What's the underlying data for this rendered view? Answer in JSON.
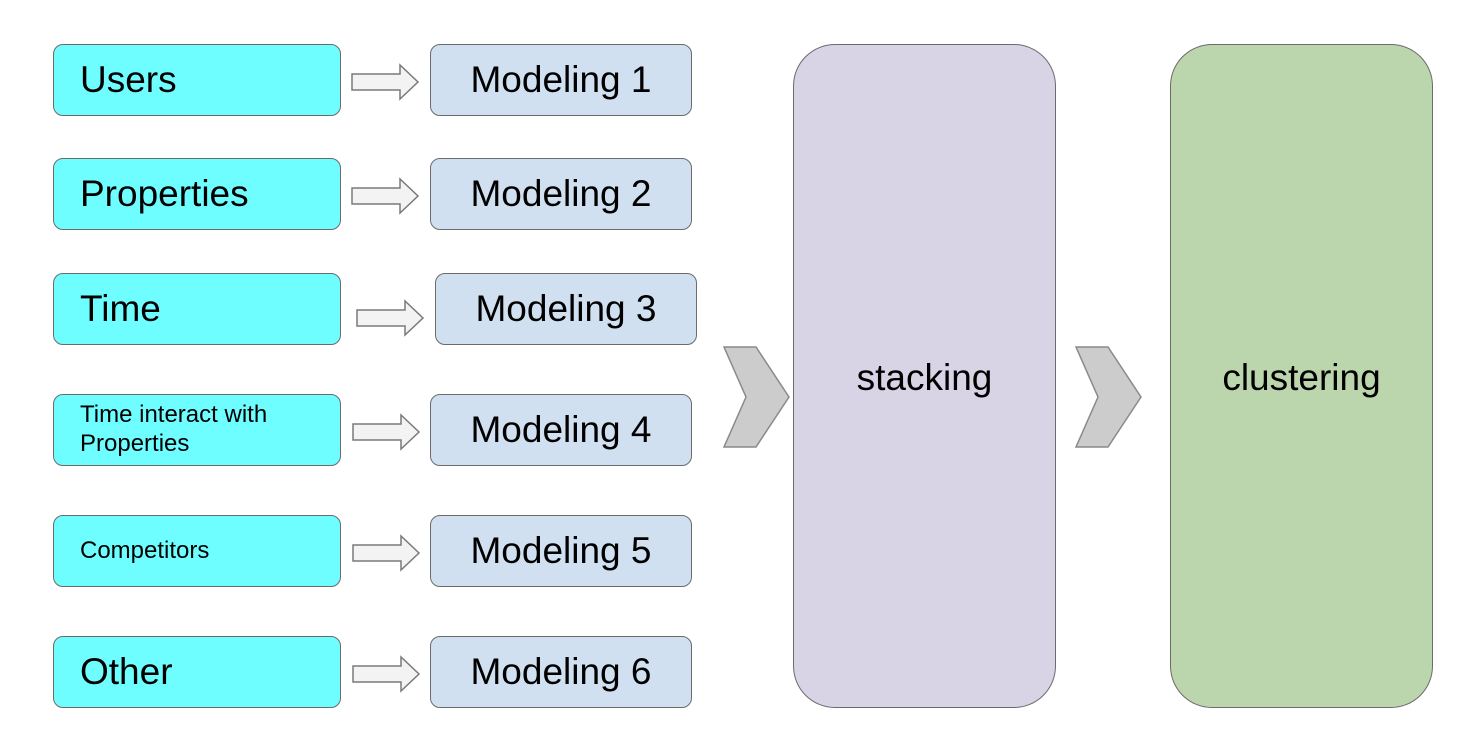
{
  "sources": [
    {
      "label": "Users"
    },
    {
      "label": "Properties"
    },
    {
      "label": "Time"
    },
    {
      "label": "Time interact with Properties"
    },
    {
      "label": "Competitors"
    },
    {
      "label": "Other"
    }
  ],
  "models": [
    {
      "label": "Modeling 1"
    },
    {
      "label": "Modeling 2"
    },
    {
      "label": "Modeling 3"
    },
    {
      "label": "Modeling 4"
    },
    {
      "label": "Modeling 5"
    },
    {
      "label": "Modeling 6"
    }
  ],
  "stages": {
    "stacking": "stacking",
    "clustering": "clustering"
  },
  "colors": {
    "source_fill": "#6ffeff",
    "model_fill": "#d1e0f0",
    "stacking_fill": "#d9d3e6",
    "clustering_fill": "#bbd5ad",
    "arrow_fill": "#f3f3f3",
    "chevron_fill": "#cccccc",
    "border": "#6b6b6b"
  }
}
